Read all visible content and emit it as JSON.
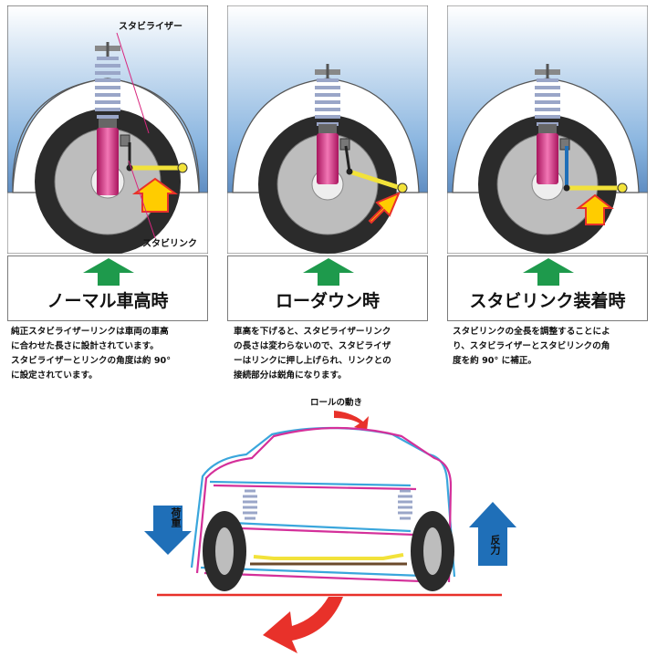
{
  "panels": [
    {
      "title": "ノーマル車高時",
      "desc": [
        "純正スタビライザーリンクは車両の車高",
        "に合わせた長さに設計されています。",
        "スタビライザーとリンクの角度は約 90°",
        "に設定されています。"
      ]
    },
    {
      "title": "ローダウン時",
      "desc": [
        "車高を下げると、スタビライザーリンク",
        "の長さは変わらないので、スタビライザ",
        "ーはリンクに押し上げられ、リンクとの",
        "接続部分は鋭角になります。"
      ]
    },
    {
      "title": "スタビリンク装着時",
      "desc": [
        "スタビリンクの全長を調整することによ",
        "り、スタビライザーとスタビリンクの角",
        "度を約 90° に補正。"
      ]
    }
  ],
  "callouts": {
    "stabilizer": "スタビライザー",
    "stablink": "スタビリンク"
  },
  "bottom": {
    "roll": "ロールの動き",
    "load": "荷重",
    "reaction": "反力"
  },
  "colors": {
    "arrow_green": "#1e9a4c",
    "arrow_blue": "#1f6fb8",
    "arrow_red": "#e8312a",
    "strut_pink": "#d8267e",
    "spring": "#9aa6c8",
    "stab_yellow": "#f2e23a",
    "car_magenta": "#d4309a",
    "car_cyan": "#3aa6dc"
  }
}
